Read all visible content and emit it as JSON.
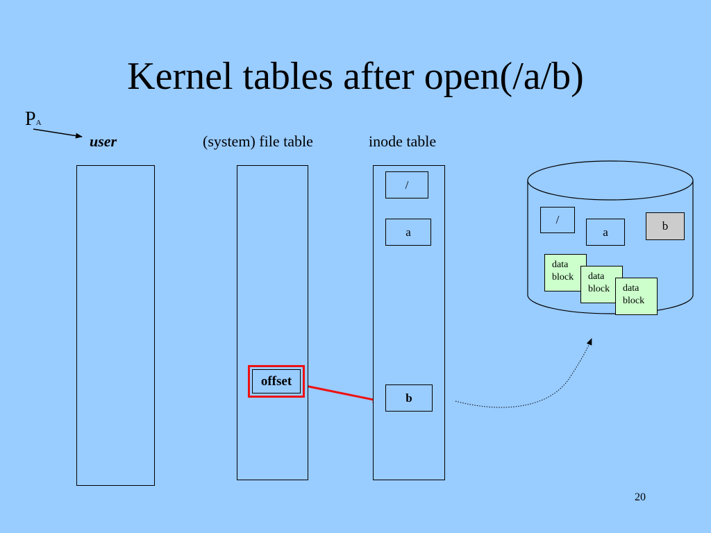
{
  "title": "Kernel tables after open(/a/b)",
  "process": {
    "letter": "P",
    "subscript": "A"
  },
  "columns": {
    "user": "user",
    "file_table": "(system) file table",
    "inode_table": "inode  table"
  },
  "inode_entries": {
    "root": "/",
    "a": "a",
    "b": "b"
  },
  "file_table_entry": "offset",
  "disk": {
    "inodes": {
      "root": "/",
      "a": "a",
      "b": "b"
    },
    "blocks": [
      {
        "line1": "data",
        "line2": "block"
      },
      {
        "line1": "data",
        "line2": "block"
      },
      {
        "line1": "data",
        "line2": "block"
      }
    ]
  },
  "page_number": "20",
  "colors": {
    "background": "#99ccff",
    "highlight": "#ee1111",
    "data_block": "#ccffcc",
    "disk_inode_b": "#cccccc"
  }
}
